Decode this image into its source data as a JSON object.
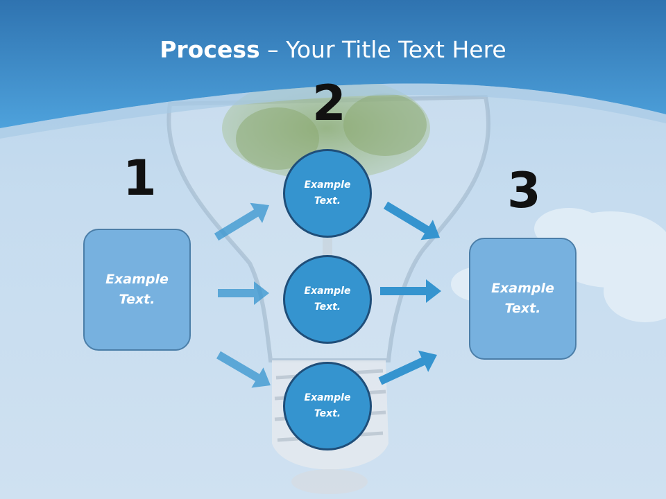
{
  "title": {
    "bold": "Process",
    "rest": " – Your Title Text Here"
  },
  "steps": {
    "one": "1",
    "two": "2",
    "three": "3"
  },
  "left_box": {
    "text": "Example\nText."
  },
  "right_box": {
    "text": "Example\nText."
  },
  "circles": [
    {
      "text": "Example\nText."
    },
    {
      "text": "Example\nText."
    },
    {
      "text": "Example\nText."
    }
  ],
  "colors": {
    "header": "#3d8fcf",
    "box_fill": "#77b1df",
    "circle_fill": "#3594cf",
    "arrow": "#3594cf"
  }
}
